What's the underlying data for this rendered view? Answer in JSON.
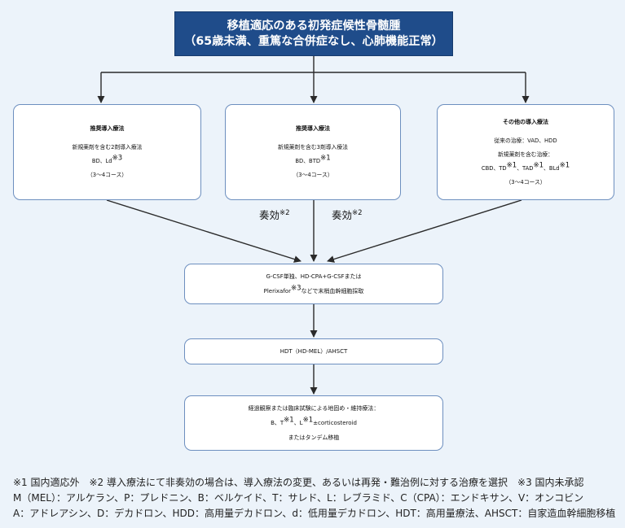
{
  "top": {
    "line1": "移植適応のある初発症候性骨髄腫",
    "line2": "（65歳未満、重篤な合併症なし、心肺機能正常）"
  },
  "left_box": {
    "title": "推奨導入療法",
    "line1": "新規薬剤を含む2剤導入療法",
    "line2": "BD、Ld",
    "line2_sup": "※3",
    "line3": "（3〜4コース）"
  },
  "center_box": {
    "title": "推奨導入療法",
    "line1": "新規薬剤を含む3剤導入療法",
    "line2": "BD、BTD",
    "line2_sup": "※1",
    "line3": "（3〜4コース）"
  },
  "right_box": {
    "title": "その他の導入療法",
    "line1": "従来の治療：VAD、HDD",
    "line2": "新規薬剤を含む治療：",
    "line3_a": "CBD、TD",
    "line3_sup1": "※1",
    "line3_b": "、TAD",
    "line3_sup2": "※1",
    "line3_c": "、BLd",
    "line3_sup3": "※1",
    "line4": "（3〜4コース）"
  },
  "edge_labels": {
    "left": "奏効",
    "left_sup": "※2",
    "right": "奏効",
    "right_sup": "※2"
  },
  "collection_box": {
    "line1": "G-CSF単独、HD-CPA+G-CSFまたは",
    "line2_a": "Plerixafor",
    "line2_sup": "※3",
    "line2_b": "などで末梢血幹細胞採取"
  },
  "hdt_box": {
    "text": "HDT（HD-MEL）/AHSCT"
  },
  "maintenance_box": {
    "line1": "経過観察または臨床試験による地固め・維持療法：",
    "line2_a": "B、T",
    "line2_sup1": "※1",
    "line2_b": "、L",
    "line2_sup2": "※1",
    "line2_c": "±corticosteroid",
    "line3": "またはタンデム移植"
  },
  "footnotes": {
    "line1": "※1 国内適応外　※2 導入療法にて非奏効の場合は、導入療法の変更、あるいは再発・難治例に対する治療を選択　※3 国内未承認",
    "line2": "M（MEL）：アルケラン、P：プレドニン、B：ベルケイド、T：サレド、L：レブラミド、C（CPA）：エンドキサン、V：オンコビン",
    "line3": "A：アドレアシン、D：デカドロン、HDD：高用量デカドロン、d：低用量デカドロン、HDT：高用量療法、AHSCT：自家造血幹細胞移植"
  }
}
